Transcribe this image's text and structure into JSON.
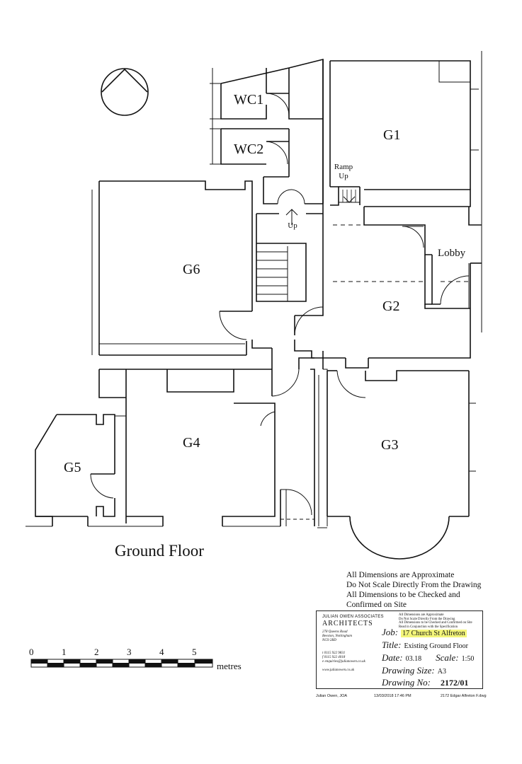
{
  "floor_title": "Ground Floor",
  "rooms": {
    "wc1": "WC1",
    "wc2": "WC2",
    "g1": "G1",
    "g2": "G2",
    "g3": "G3",
    "g4": "G4",
    "g5": "G5",
    "g6": "G6",
    "lobby": "Lobby"
  },
  "annotations": {
    "ramp": "Ramp",
    "ramp_up": "Up",
    "stair_up": "Up"
  },
  "notes": [
    "All Dimensions are Approximate",
    "Do Not Scale Directly From the Drawing",
    "All Dimensions to be Checked and",
    "Confirmed on Site"
  ],
  "scale_bar": {
    "ticks": [
      "0",
      "1",
      "2",
      "3",
      "4",
      "5"
    ],
    "unit": "metres"
  },
  "title_block": {
    "firm": "JULIAN OWEN ASSOCIATES",
    "architects": "ARCHITECTS",
    "address": [
      "278 Queens Road",
      "Beeston, Nottingham",
      "NG9 2BD"
    ],
    "contact": [
      "t 0115 922 9831",
      "f 0115 922 4018",
      "e enquiries@julianowen.co.uk",
      "",
      "www.julianowen.co.uk"
    ],
    "small_notes": [
      "All Dimensions are Approximate",
      "Do Not Scale Directly From the Drawing",
      "All Dimensions to be Checked and Confirmed on Site",
      "Read in Conjunction with the Specification"
    ],
    "job_label": "Job:",
    "job_value": "17 Church St Alfreton",
    "title_label": "Title:",
    "title_value": "Existing Ground Floor",
    "date_label": "Date:",
    "date_value": "03.18",
    "scale_label": "Scale:",
    "scale_value": "1:50",
    "size_label": "Drawing Size:",
    "size_value": "A3",
    "number_label": "Drawing No:",
    "number_value": "2172/01",
    "highlight_color": "#f3f57a"
  },
  "footer": {
    "author": "Julian Owen, JOA",
    "timestamp": "13/03/2018 17:46 PM",
    "file": "2172 Edgar Alfreton F.dwg"
  }
}
